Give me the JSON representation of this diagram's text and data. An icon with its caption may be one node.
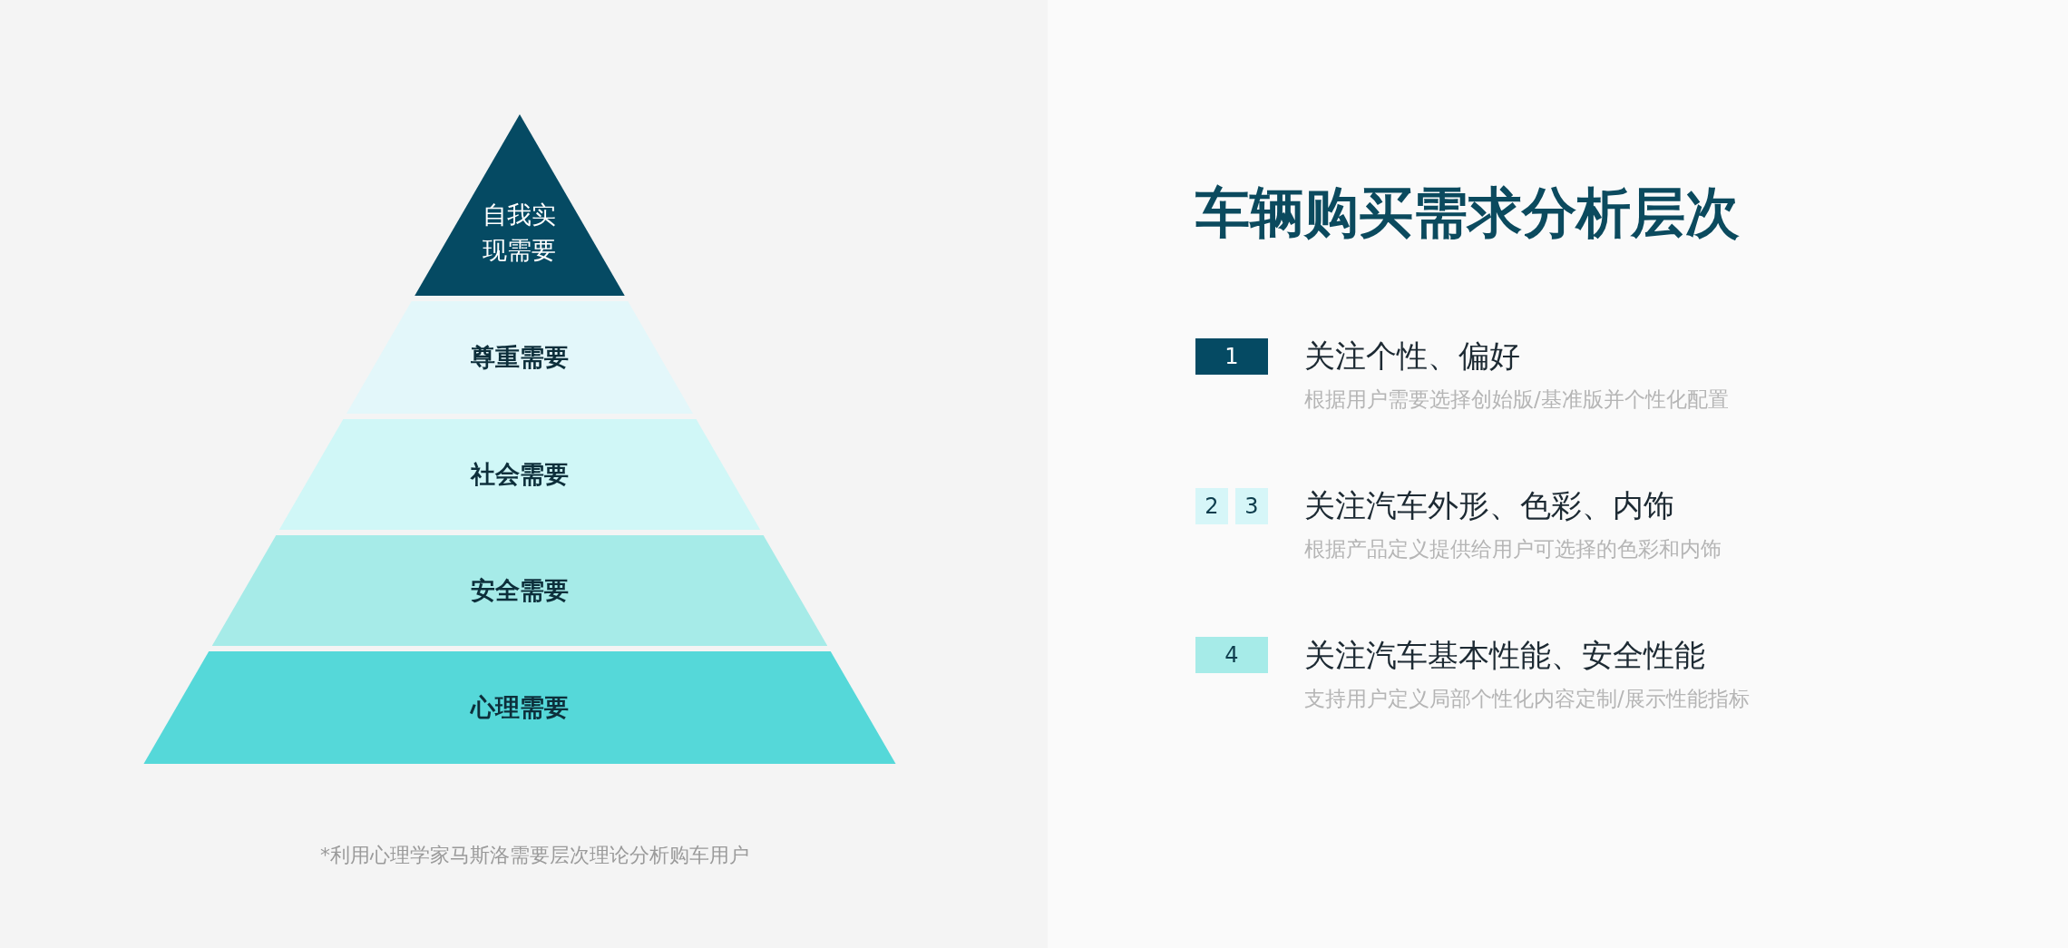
{
  "diagram": {
    "title": "车辆购买需求分析层次",
    "caption": "*利用心理学家马斯洛需要层次理论分析购车用户",
    "nodes": [
      {
        "text": [
          "自我实现需要"
        ]
      },
      {
        "text": [
          "尊重需要"
        ]
      },
      {
        "text": [
          "社会需要"
        ]
      },
      {
        "text": [
          "安全需要"
        ]
      },
      {
        "text": [
          "心理需要"
        ]
      },
      {
        "text": [
          "1"
        ]
      },
      {
        "text": [
          "2"
        ]
      },
      {
        "text": [
          "3"
        ]
      },
      {
        "text": [
          "4"
        ]
      }
    ],
    "labels": [
      "关注个性、偏好",
      "根据用户需要选择创始版/基准版并个性化配置",
      "关注汽车外形、色彩、内饰",
      "根据产品定义提供给用户可选择的色彩和内饰",
      "关注汽车基本性能、安全性能",
      "支持用户定义局部个性化内容定制/展示性能指标"
    ]
  }
}
